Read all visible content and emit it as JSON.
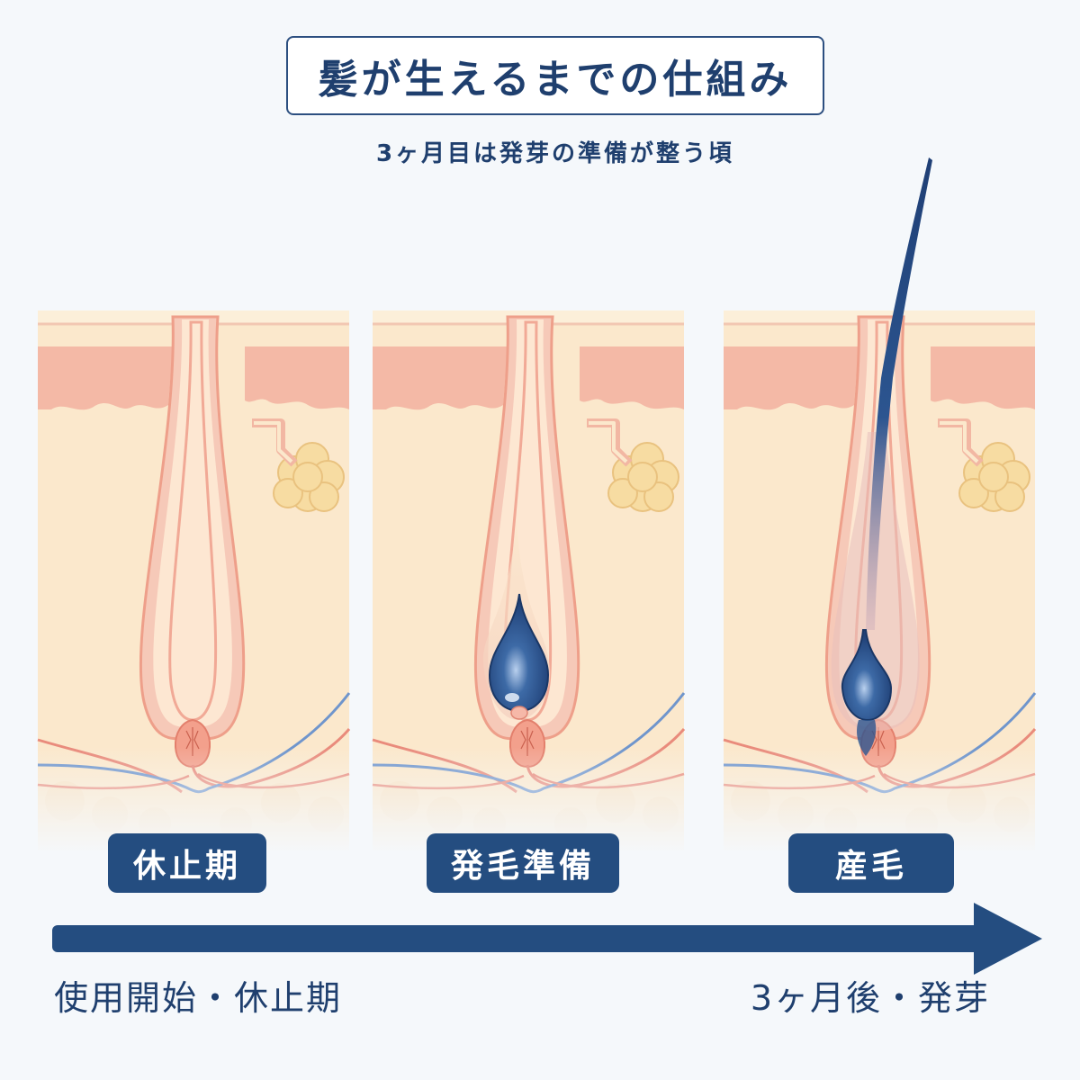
{
  "title": "髪が生えるまでの仕組み",
  "subtitle": "3ヶ月目は発芽の準備が整う頃",
  "stages": [
    {
      "label": "休止期"
    },
    {
      "label": "発毛準備"
    },
    {
      "label": "産毛"
    }
  ],
  "timeline": {
    "start_label": "使用開始・休止期",
    "end_label": "3ヶ月後・発芽"
  },
  "colors": {
    "navy": "#244d80",
    "skin": "#fbe8cc",
    "epidermis_pink": "#f4b9a6",
    "sebaceous": "#f7dca2",
    "artery": "#e98b7c",
    "vein": "#6f95cc"
  }
}
